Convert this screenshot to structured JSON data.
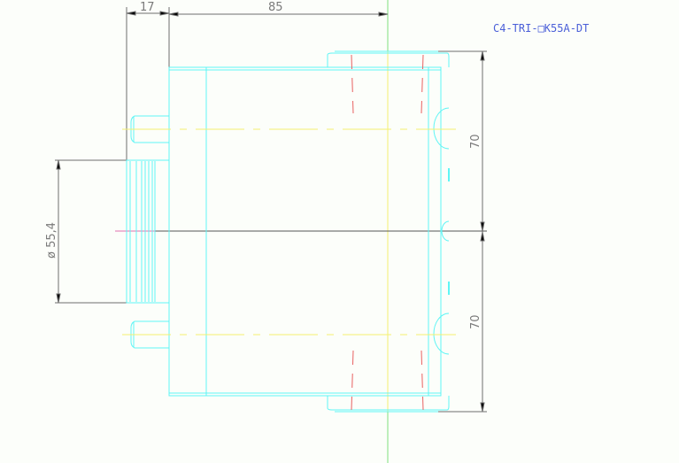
{
  "drawing": {
    "part_code": "C4-TRI-□K55A-DT",
    "dimensions": {
      "top_left": "17",
      "top_right": "85",
      "right_upper": "70",
      "right_lower": "70",
      "diameter": "ø 55,4"
    },
    "colors": {
      "background": "#fcfefa",
      "outline": "#5ff5f5",
      "center_line": "#f5f070",
      "hidden_line": "#e86060",
      "dimension_line": "#6e6e6e",
      "axis_green": "#7fe07f",
      "title": "#4a5fd8"
    }
  }
}
